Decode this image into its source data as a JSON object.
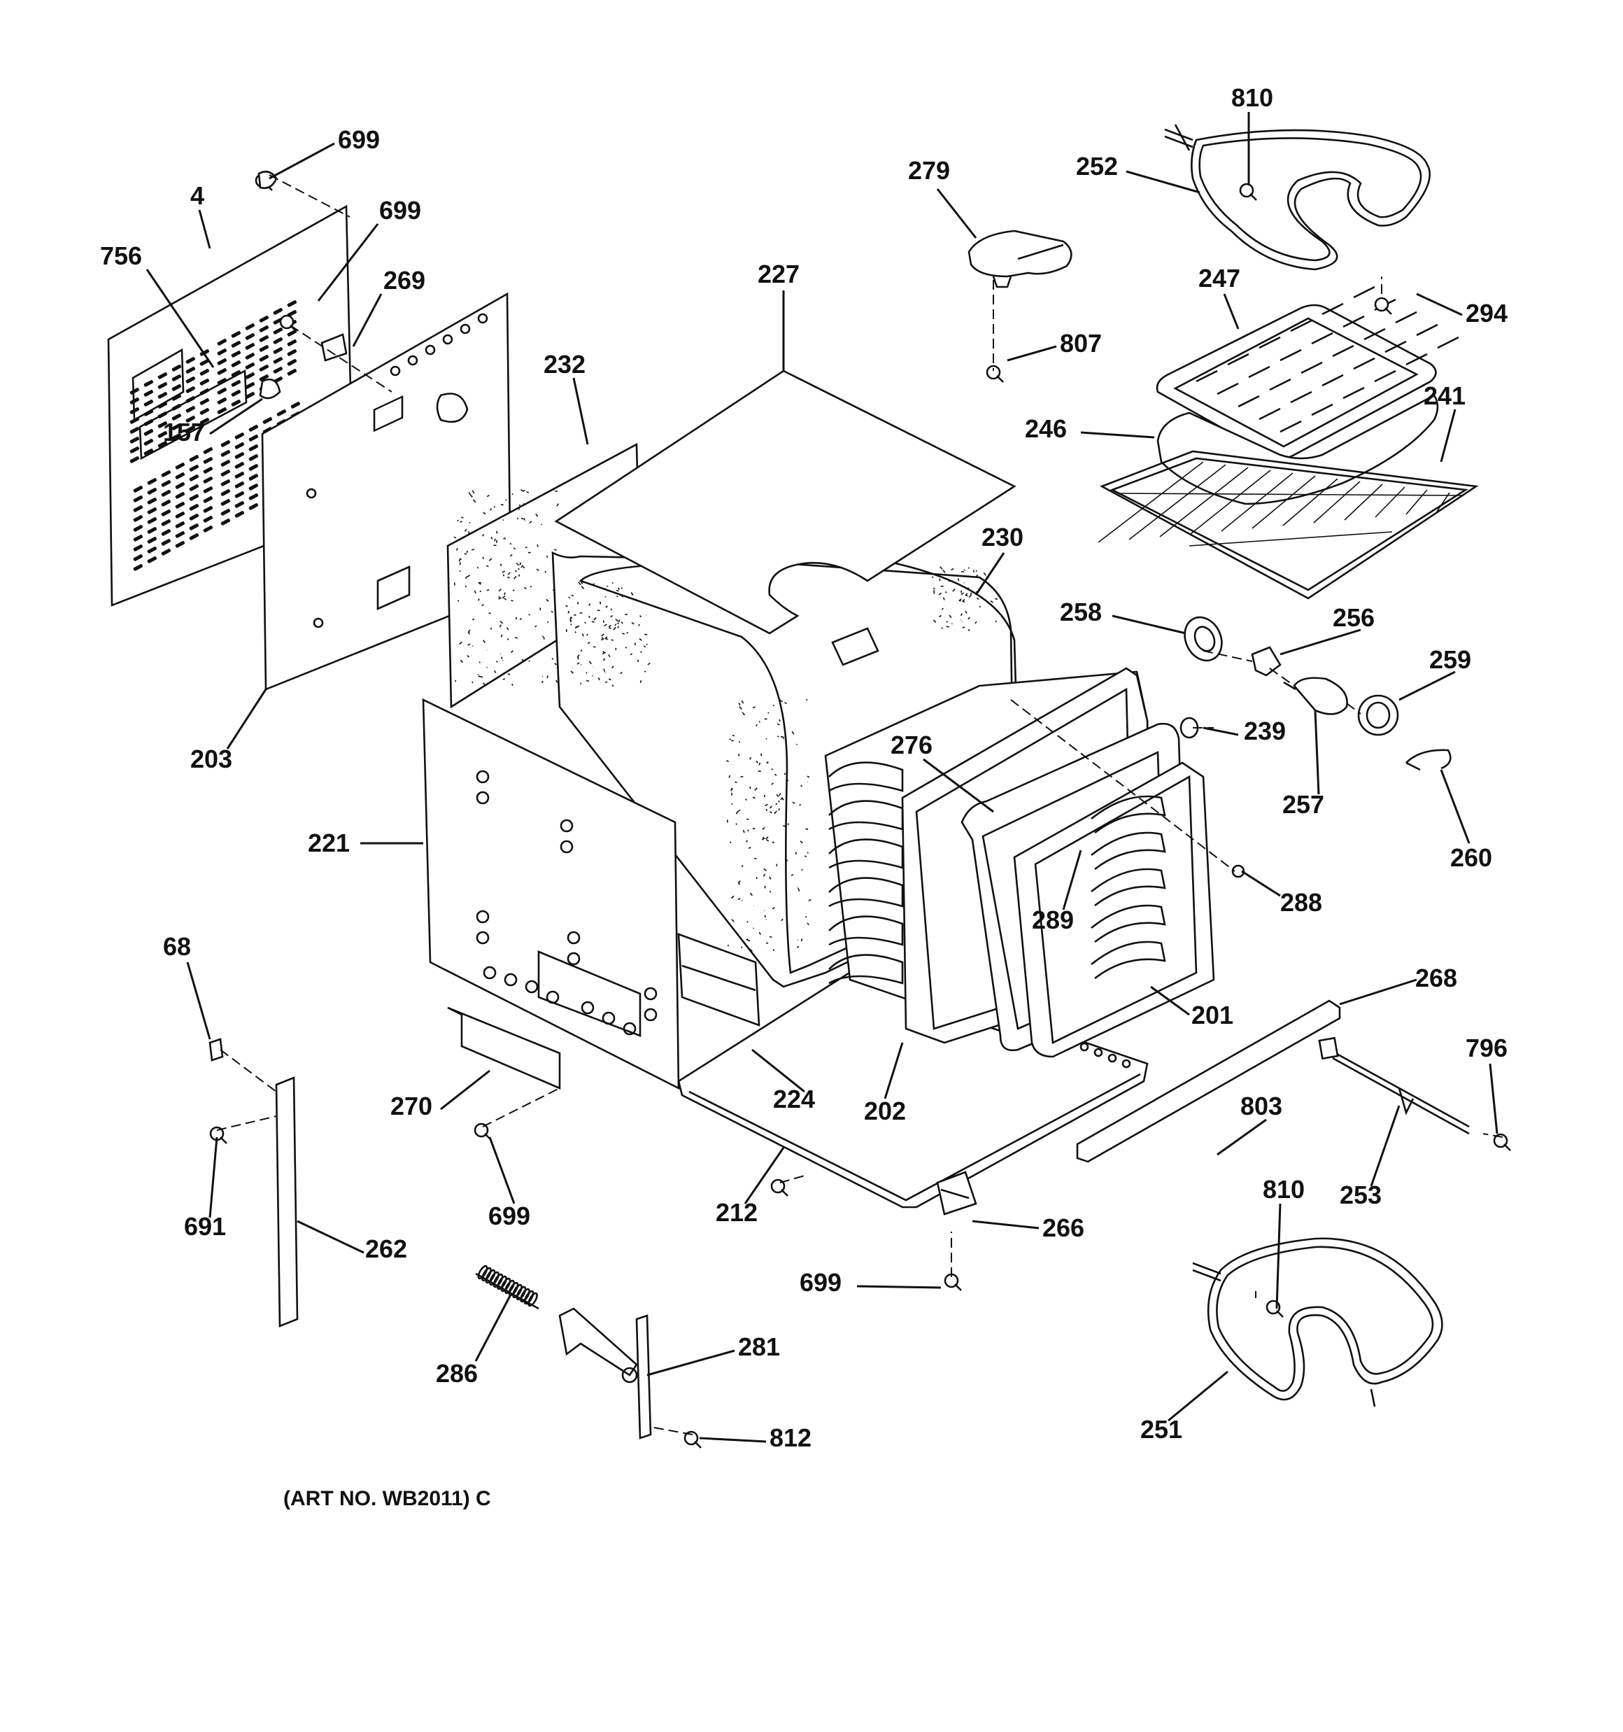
{
  "caption": "(ART NO. WB2011) C",
  "callouts": [
    {
      "id": "c699a",
      "text": "699"
    },
    {
      "id": "c4",
      "text": "4"
    },
    {
      "id": "c756",
      "text": "756"
    },
    {
      "id": "c699b",
      "text": "699"
    },
    {
      "id": "c269",
      "text": "269"
    },
    {
      "id": "c157",
      "text": "157"
    },
    {
      "id": "c203",
      "text": "203"
    },
    {
      "id": "c232",
      "text": "232"
    },
    {
      "id": "c227",
      "text": "227"
    },
    {
      "id": "c279",
      "text": "279"
    },
    {
      "id": "c807",
      "text": "807"
    },
    {
      "id": "c810a",
      "text": "810"
    },
    {
      "id": "c252",
      "text": "252"
    },
    {
      "id": "c294",
      "text": "294"
    },
    {
      "id": "c247",
      "text": "247"
    },
    {
      "id": "c246",
      "text": "246"
    },
    {
      "id": "c241",
      "text": "241"
    },
    {
      "id": "c230",
      "text": "230"
    },
    {
      "id": "c258",
      "text": "258"
    },
    {
      "id": "c256",
      "text": "256"
    },
    {
      "id": "c259",
      "text": "259"
    },
    {
      "id": "c239",
      "text": "239"
    },
    {
      "id": "c257",
      "text": "257"
    },
    {
      "id": "c260",
      "text": "260"
    },
    {
      "id": "c276",
      "text": "276"
    },
    {
      "id": "c288",
      "text": "288"
    },
    {
      "id": "c289",
      "text": "289"
    },
    {
      "id": "c221",
      "text": "221"
    },
    {
      "id": "c68",
      "text": "68"
    },
    {
      "id": "c270",
      "text": "270"
    },
    {
      "id": "c224",
      "text": "224"
    },
    {
      "id": "c202",
      "text": "202"
    },
    {
      "id": "c201",
      "text": "201"
    },
    {
      "id": "c268",
      "text": "268"
    },
    {
      "id": "c796",
      "text": "796"
    },
    {
      "id": "c803",
      "text": "803"
    },
    {
      "id": "c253",
      "text": "253"
    },
    {
      "id": "c691",
      "text": "691"
    },
    {
      "id": "c699c",
      "text": "699"
    },
    {
      "id": "c212",
      "text": "212"
    },
    {
      "id": "c262",
      "text": "262"
    },
    {
      "id": "c266",
      "text": "266"
    },
    {
      "id": "c699d",
      "text": "699"
    },
    {
      "id": "c810b",
      "text": "810"
    },
    {
      "id": "c286",
      "text": "286"
    },
    {
      "id": "c281",
      "text": "281"
    },
    {
      "id": "c812",
      "text": "812"
    },
    {
      "id": "c251",
      "text": "251"
    }
  ]
}
